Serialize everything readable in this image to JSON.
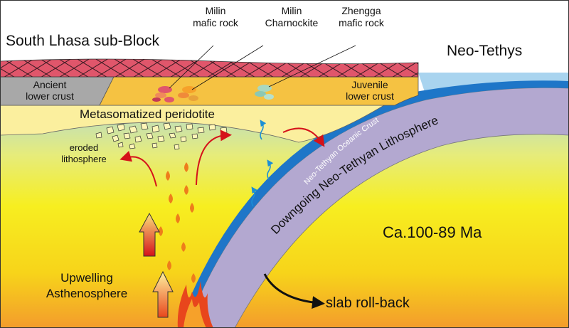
{
  "labels": {
    "block": "South Lhasa sub-Block",
    "ocean": "Neo-Tethys",
    "milin_mafic_1": "Milin",
    "milin_mafic_2": "mafic rock",
    "milin_charn_1": "Milin",
    "milin_charn_2": "Charnockite",
    "zhengga_1": "Zhengga",
    "zhengga_2": "mafic rock",
    "ancient_1": "Ancient",
    "ancient_2": "lower crust",
    "juvenile_1": "Juvenile",
    "juvenile_2": "lower crust",
    "metasomatized": "Metasomatized peridotite",
    "eroded_1": "eroded",
    "eroded_2": "lithosphere",
    "oceanic_crust": "Neo-Tethyan Oceanic Crust",
    "lithosphere": "Downgoing Neo-Tethyan Lithosphere",
    "age": "Ca.100-89 Ma",
    "upwelling_1": "Upwelling",
    "upwelling_2": "Asthenosphere",
    "rollback": "slab roll-back"
  },
  "colors": {
    "upper_crust": "#e0566b",
    "ancient_crust": "#a8a8a8",
    "juvenile_crust": "#f5c242",
    "peridotite": "#fbef9e",
    "slab_crust": "#1e76c8",
    "slab_lithosphere": "#b3a8d0",
    "ocean": "#a9d4ef",
    "mantle_top": "#b9dcc7",
    "mantle_mid": "#f7ee20",
    "mantle_bottom": "#f39c2c",
    "melt": "#ee7d1b",
    "arrow_red": "#d5121a",
    "arrow_blue": "#1b8fd6"
  }
}
